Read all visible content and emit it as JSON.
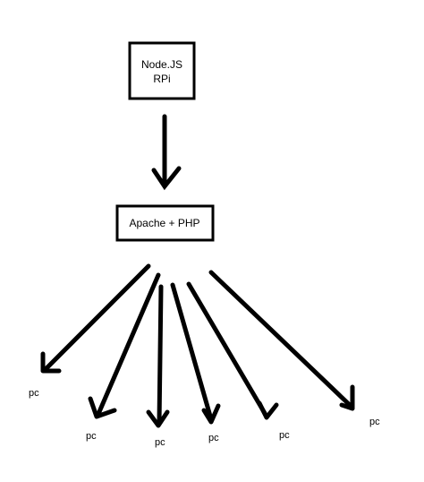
{
  "nodes": {
    "top_box": {
      "lines": [
        "Node.JS",
        "RPi"
      ]
    },
    "middle_box": {
      "lines": [
        "Apache + PHP"
      ]
    }
  },
  "clients": [
    "pc",
    "pc",
    "pc",
    "pc",
    "pc",
    "pc"
  ],
  "colors": {
    "stroke": "#000000",
    "background": "#ffffff"
  }
}
